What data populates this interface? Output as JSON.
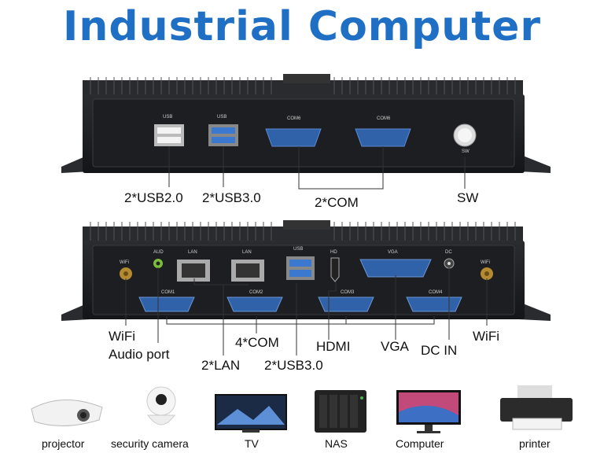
{
  "title": "Industrial Computer",
  "top_panel": {
    "port_labels": [
      "USB",
      "USB",
      "COM6",
      "COM6",
      "SW"
    ],
    "callouts": [
      "2*USB2.0",
      "2*USB3.0",
      "2*COM",
      "SW"
    ]
  },
  "bottom_panel": {
    "port_labels": [
      "WiFi",
      "AUD",
      "LAN",
      "LAN",
      "USB",
      "HD",
      "VGA",
      "DC",
      "WiFi",
      "COM1",
      "COM2",
      "COM3",
      "COM4"
    ],
    "callouts": [
      "WiFi",
      "Audio port",
      "2*LAN",
      "4*COM",
      "2*USB3.0",
      "HDMI",
      "VGA",
      "DC IN",
      "WiFi"
    ]
  },
  "applications": [
    "projector",
    "security camera",
    "TV",
    "NAS",
    "Computer",
    "printer"
  ],
  "colors": {
    "title": "#1f6fc4",
    "chassis": "#1b1c1f",
    "port_blue": "#2f62a8"
  }
}
